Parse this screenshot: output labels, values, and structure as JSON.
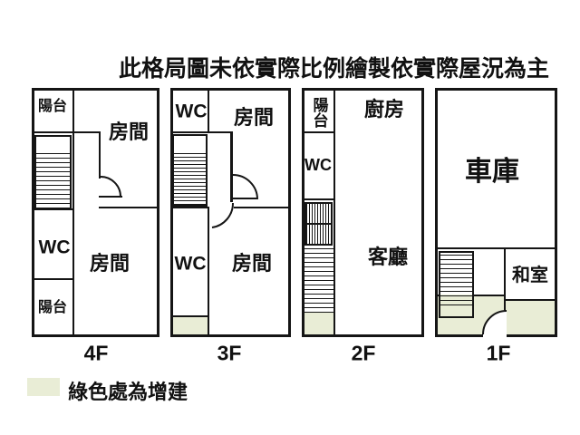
{
  "title": "此格局圖未依實際比例繪製依實際屋況為主",
  "floors": [
    {
      "id": "4f",
      "label": "4F",
      "rooms": {
        "balcony_top": "陽台",
        "bedroom_top": "房間",
        "wc": "WC",
        "bedroom_bottom": "房間",
        "balcony_bottom": "陽台"
      }
    },
    {
      "id": "3f",
      "label": "3F",
      "rooms": {
        "wc_top": "WC",
        "bedroom_top": "房間",
        "wc_bottom": "WC",
        "bedroom_bottom": "房間"
      }
    },
    {
      "id": "2f",
      "label": "2F",
      "rooms": {
        "balcony": "陽台",
        "wc": "WC",
        "kitchen": "廚房",
        "living_room": "客廳"
      }
    },
    {
      "id": "1f",
      "label": "1F",
      "rooms": {
        "garage": "車庫",
        "tatami_room": "和室"
      }
    }
  ],
  "legend": {
    "label": "綠色處為增建"
  },
  "colors": {
    "addition_green": "#e9edd6",
    "wall": "#151515",
    "background": "#ffffff"
  }
}
